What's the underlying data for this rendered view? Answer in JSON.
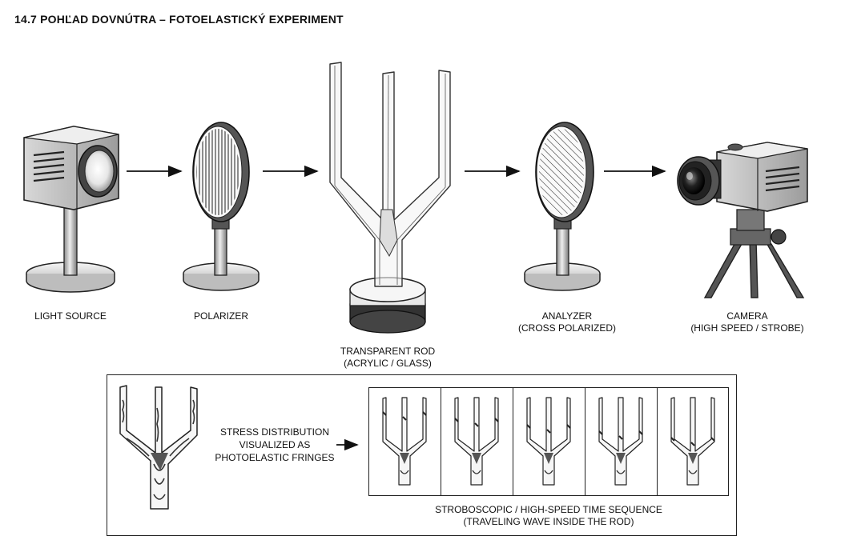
{
  "title": "14.7  POHĽAD DOVNÚTRA – FOTOELASTICKÝ EXPERIMENT",
  "components": {
    "light_source": {
      "line1": "LIGHT SOURCE"
    },
    "polarizer": {
      "line1": "POLARIZER"
    },
    "rod": {
      "line1": "TRANSPARENT ROD",
      "line2": "(ACRYLIC / GLASS)"
    },
    "analyzer": {
      "line1": "ANALYZER",
      "line2": "(CROSS POLARIZED)"
    },
    "camera": {
      "line1": "CAMERA",
      "line2": "(HIGH SPEED / STROBE)"
    }
  },
  "detail": {
    "stress_line1": "STRESS DISTRIBUTION",
    "stress_line2": "VISUALIZED AS",
    "stress_line3": "PHOTOELASTIC FRINGES",
    "sequence_line1": "STROBOSCOPIC / HIGH-SPEED TIME SEQUENCE",
    "sequence_line2": "(TRAVELING WAVE INSIDE THE ROD)"
  },
  "sequence_frame_count": 5
}
